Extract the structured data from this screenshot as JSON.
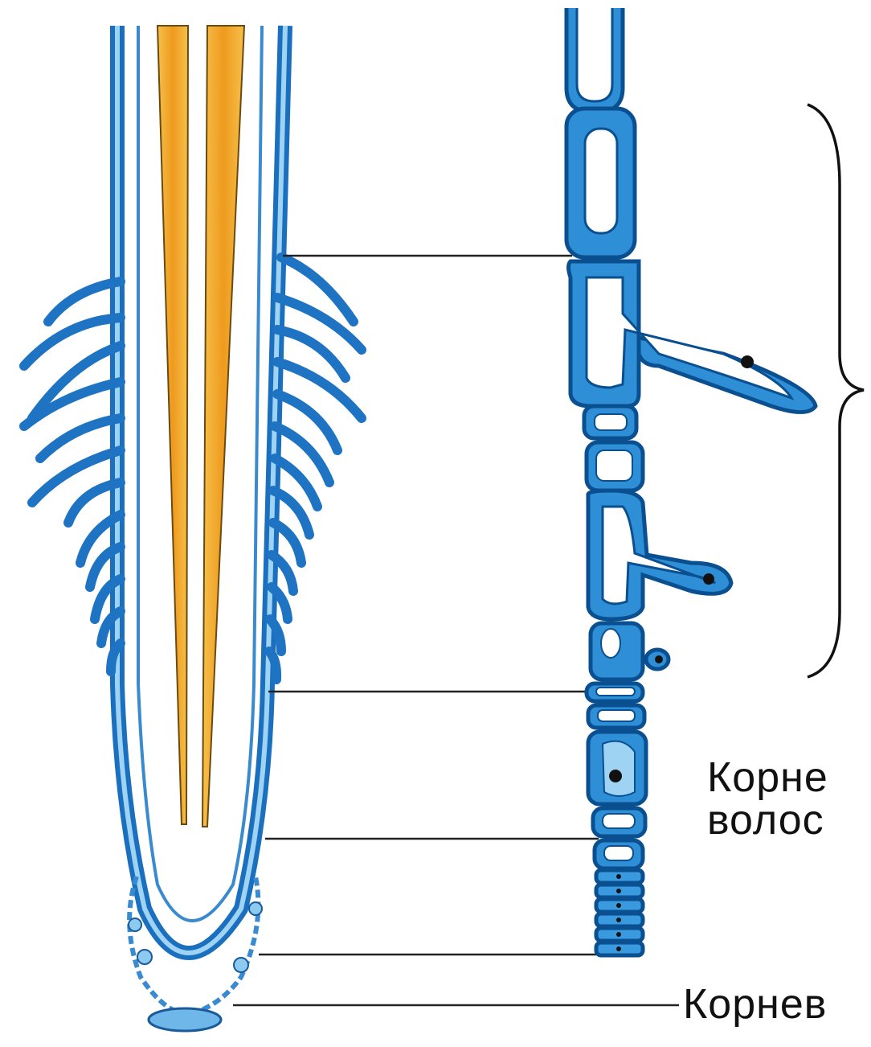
{
  "labels": {
    "root_hairs_line1": "Корне",
    "root_hairs_line2": "волос",
    "root_cap": "Корнев"
  },
  "colors": {
    "cell_blue": "#2e8fd6",
    "cell_dark": "#0b5fa8",
    "cell_light": "#bfe3f7",
    "vessel_orange": "#f0a22a",
    "line": "#222222"
  }
}
